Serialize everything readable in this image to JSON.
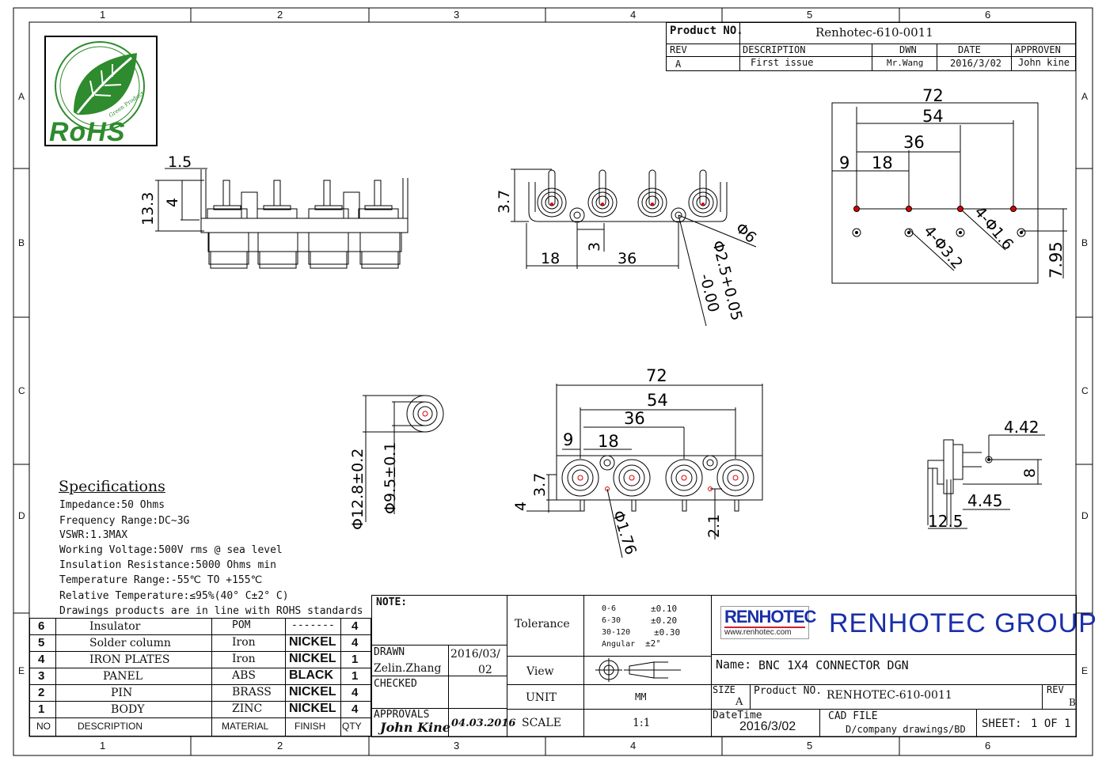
{
  "grid": {
    "columns": [
      "1",
      "2",
      "3",
      "4",
      "5",
      "6"
    ],
    "rows": [
      "A",
      "B",
      "C",
      "D",
      "E"
    ]
  },
  "title_block_top": {
    "product_no_label": "Product NO.",
    "product_no": "Renhotec-610-0011",
    "rev_label": "REV",
    "description_label": "DESCRIPTION",
    "dwn_label": "DWN",
    "date_label": "DATE",
    "approven_label": "APPROVEN",
    "rev": "A",
    "description": "First issue",
    "dwn": "Mr.Wang",
    "date": "2016/3/02",
    "approven": "John kine"
  },
  "logo": {
    "text": "RoHS",
    "subtext": "Green Product",
    "color": "#2e8b2e"
  },
  "dimensions": {
    "side": {
      "top": "1.5",
      "height": "13.3",
      "pin": "4"
    },
    "top_view": {
      "h": "3.7",
      "d1": "18",
      "d2": "36",
      "d3": "3",
      "dia1": "Φ6",
      "dia2": "Φ2.5+0.05",
      "tol": "-0.00"
    },
    "pcb": {
      "w72": "72",
      "w54": "54",
      "w36": "36",
      "w18": "18",
      "w9": "9",
      "holes1": "4-Φ1.6",
      "holes2": "4-Φ3.2",
      "h": "7.95"
    },
    "end": {
      "d1": "Φ12.8±0.2",
      "d2": "Φ9.5±0.1"
    },
    "front": {
      "w72": "72",
      "w54": "54",
      "w36": "36",
      "w18": "18",
      "w9": "9",
      "h37": "3.7",
      "h4": "4",
      "pin": "Φ1.76",
      "h21": "2.1"
    },
    "side_small": {
      "a": "4.42",
      "b": "8",
      "c": "4.45",
      "d": "12.5"
    }
  },
  "specifications": {
    "title": "Specifications",
    "lines": [
      "Impedance:50 Ohms",
      "Frequency Range:DC~3G",
      "VSWR:1.3MAX",
      "Working Voltage:500V rms @ sea level",
      "Insulation Resistance:5000 Ohms min",
      "Temperature Range:-55℃ TO +155℃",
      "Relative Temperature:≤95%(40° C±2° C)",
      "Drawings products are in line with ROHS standards"
    ]
  },
  "bom": {
    "headers": {
      "no": "NO",
      "description": "DESCRIPTION",
      "material": "MATERIAL",
      "finish": "FINISH",
      "qty": "QTY"
    },
    "rows": [
      {
        "no": "6",
        "description": "Insulator",
        "material": "POM",
        "finish": "-------",
        "qty": "4"
      },
      {
        "no": "5",
        "description": "Solder column",
        "material": "Iron",
        "finish": "NICKEL",
        "qty": "4"
      },
      {
        "no": "4",
        "description": "IRON PLATES",
        "material": "Iron",
        "finish": "NICKEL",
        "qty": "1"
      },
      {
        "no": "3",
        "description": "PANEL",
        "material": "ABS",
        "finish": "BLACK",
        "qty": "1"
      },
      {
        "no": "2",
        "description": "PIN",
        "material": "BRASS",
        "finish": "NICKEL",
        "qty": "4"
      },
      {
        "no": "1",
        "description": "BODY",
        "material": "ZINC",
        "finish": "NICKEL",
        "qty": "4"
      }
    ]
  },
  "title_block": {
    "note_label": "NOTE:",
    "drawn_label": "DRAWN",
    "drawn_by": "Zelin.Zhang",
    "drawn_date_1": "2016/03/",
    "drawn_date_2": "02",
    "checked_label": "CHECKED",
    "approvals_label": "APPROVALS",
    "approvals_sign": "John Kine",
    "approvals_date": "04.03.2016",
    "tolerance_label": "Tolerance",
    "tolerances": [
      {
        "range": "0-6",
        "value": "±0.10"
      },
      {
        "range": "6-30",
        "value": "±0.20"
      },
      {
        "range": "30-120",
        "value": "±0.30"
      },
      {
        "range": "Angular",
        "value": "±2°"
      }
    ],
    "view_label": "View",
    "unit_label": "UNIT",
    "unit": "MM",
    "scale_label": "SCALE",
    "scale": "1:1",
    "brand_logo": "RENHOTEC",
    "brand_url": "www.renhotec.com",
    "company": "RENHOTEC GROUP",
    "brand_color": "#1a2fa8",
    "logo_red": "#d0202a",
    "name_label": "Name:",
    "name": "BNC 1X4 CONNECTOR DGN",
    "size_label": "SIZE",
    "size": "A",
    "product_no_label": "Product NO.",
    "product_no": "RENHOTEC-610-0011",
    "rev_label": "REV",
    "rev": "B",
    "datetime_label": "DateTime",
    "datetime": "2016/3/02",
    "cad_label": "CAD FILE",
    "cad_path": "D/company drawings/BD",
    "sheet_label": "SHEET:",
    "sheet": "1 OF 1"
  }
}
